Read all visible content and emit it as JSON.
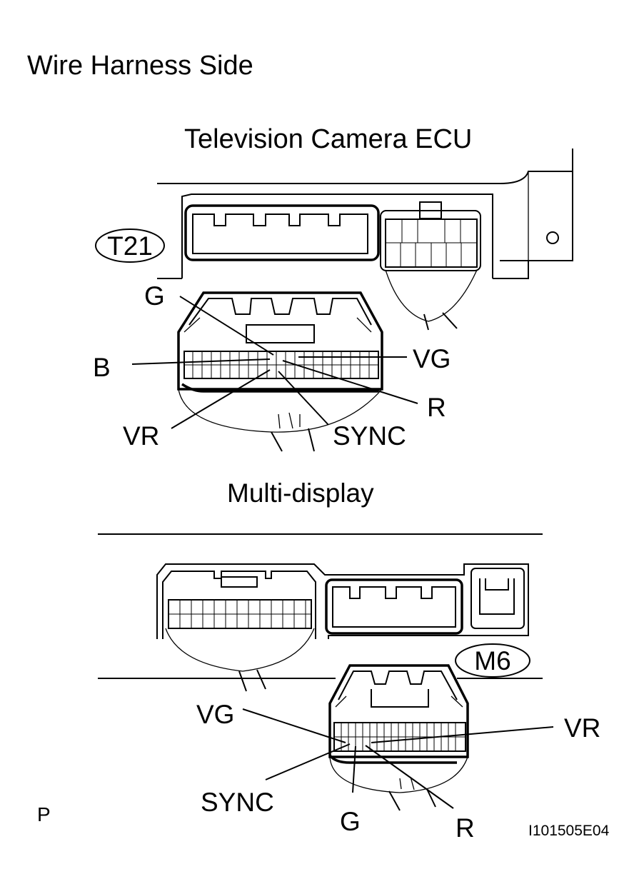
{
  "page": {
    "title": "Wire Harness Side",
    "image_id_label": "I101505E04",
    "corner_mark": "P"
  },
  "ecu": {
    "heading": "Television Camera ECU",
    "connector_id": "T21",
    "pins": {
      "g": "G",
      "b": "B",
      "vg": "VG",
      "r": "R",
      "vr": "VR",
      "sync": "SYNC"
    }
  },
  "display": {
    "heading": "Multi-display",
    "connector_id": "M6",
    "pins": {
      "vg": "VG",
      "vr": "VR",
      "sync": "SYNC",
      "g": "G",
      "r": "R"
    }
  }
}
